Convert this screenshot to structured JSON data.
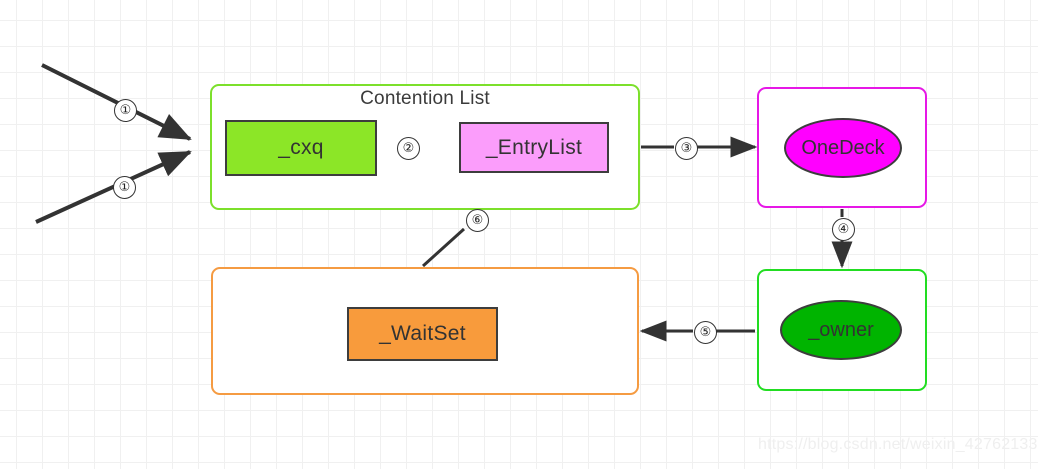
{
  "diagram": {
    "title": "Contention List",
    "watermark": "https://blog.csdn.net/weixin_42762133",
    "colors": {
      "grid": "#f0f0f0",
      "background": "#ffffff",
      "green_border": "#7CE02B",
      "orange_border": "#F59B42",
      "magenta_border": "#E618E6",
      "bright_green_border": "#22DD22",
      "cxq_fill": "#8CE627",
      "entrylist_fill": "#FB9DFB",
      "waitset_fill": "#F89B3C",
      "onedeck_fill": "#FF00FF",
      "owner_fill": "#00B400",
      "stroke": "#3d3d3d",
      "arrow": "#333333"
    },
    "containers": [
      {
        "id": "contention-list",
        "label": "Contention List",
        "border_color": "#7CE02B"
      },
      {
        "id": "waitset-group",
        "label": "",
        "border_color": "#F59B42"
      },
      {
        "id": "onedeck-group",
        "label": "",
        "border_color": "#E618E6"
      },
      {
        "id": "owner-group",
        "label": "",
        "border_color": "#22DD22"
      }
    ],
    "nodes": [
      {
        "id": "cxq",
        "label": "_cxq",
        "shape": "rect",
        "fill": "#8CE627"
      },
      {
        "id": "entrylist",
        "label": "_EntryList",
        "shape": "rect",
        "fill": "#FB9DFB"
      },
      {
        "id": "waitset",
        "label": "_WaitSet",
        "shape": "rect",
        "fill": "#F89B3C"
      },
      {
        "id": "onedeck",
        "label": "OneDeck",
        "shape": "ellipse",
        "fill": "#FF00FF"
      },
      {
        "id": "owner",
        "label": "_owner",
        "shape": "ellipse",
        "fill": "#00B400"
      }
    ],
    "edges": [
      {
        "id": "e1a",
        "marker": "①",
        "from": "external-top",
        "to": "cxq"
      },
      {
        "id": "e1b",
        "marker": "①",
        "from": "external-bottom",
        "to": "cxq"
      },
      {
        "id": "e2",
        "marker": "②",
        "from": "cxq",
        "to": "entrylist"
      },
      {
        "id": "e3",
        "marker": "③",
        "from": "entrylist",
        "to": "onedeck"
      },
      {
        "id": "e4",
        "marker": "④",
        "from": "onedeck",
        "to": "owner"
      },
      {
        "id": "e5",
        "marker": "⑤",
        "from": "owner",
        "to": "waitset-group"
      },
      {
        "id": "e6",
        "marker": "⑥",
        "from": "waitset-group",
        "to": "entrylist"
      }
    ]
  }
}
